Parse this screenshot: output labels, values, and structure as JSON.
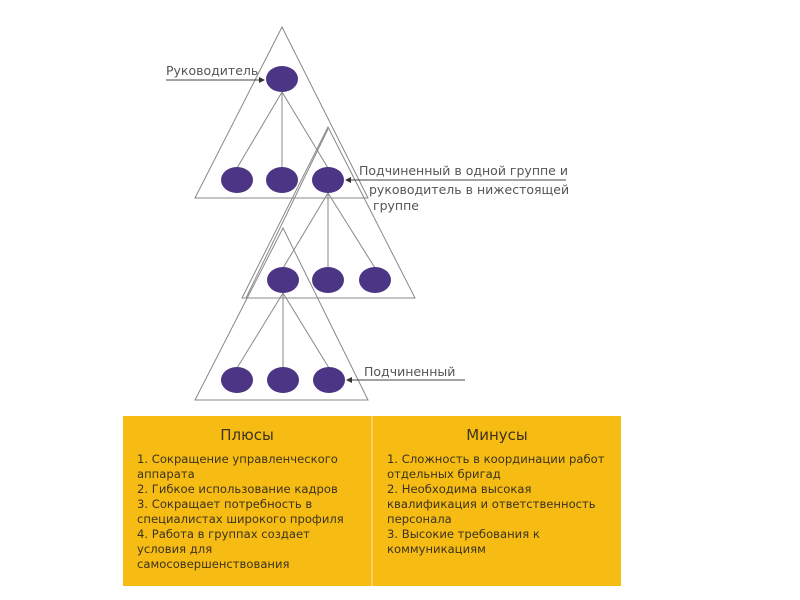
{
  "diagram": {
    "labels": {
      "manager": "Руководитель",
      "middle_line1": "Подчиненный в одной группе и",
      "middle_line2": "руководитель в нижестоящей",
      "middle_line3": "группе",
      "subordinate": "Подчиненный"
    },
    "node_color": "#4B3584"
  },
  "table": {
    "pros": {
      "title": "Плюсы",
      "items": [
        "1. Сокращение управленческого аппарата",
        "2. Гибкое использование кадров",
        "3. Сокращает потребность в специалистах широкого профиля",
        "4. Работа в группах создает условия для самосовершенствования"
      ]
    },
    "cons": {
      "title": "Минусы",
      "items": [
        "1. Сложность в координации работ отдельных бригад",
        "2. Необходима высокая квалификация и ответственность персонала",
        "3. Высокие требования к коммуникациям"
      ]
    },
    "background": "#F7BC14"
  }
}
